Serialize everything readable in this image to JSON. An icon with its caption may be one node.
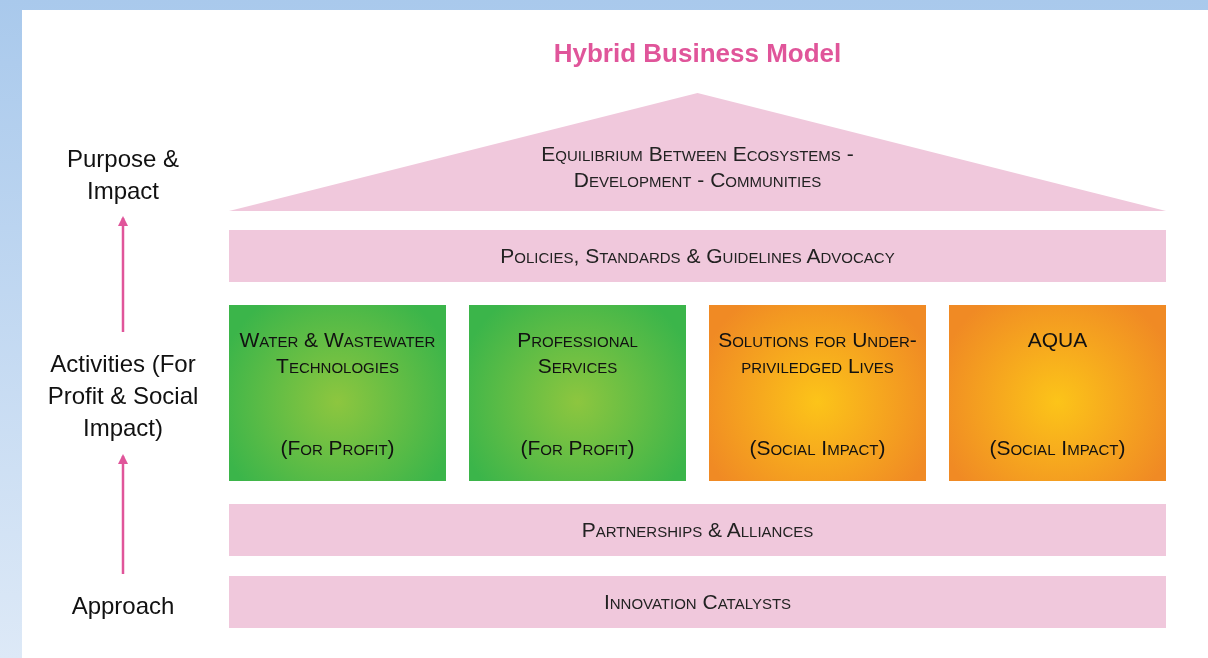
{
  "diagram": {
    "title": "Hybrid Business Model",
    "nodes": [
      {
        "text": [
          "Purpose & Impact"
        ]
      },
      {
        "text": [
          "Activities (For Profit & Social Impact)"
        ]
      },
      {
        "text": [
          "Approach"
        ]
      },
      {
        "text": [
          "Equilibrium Between Ecosystems - Development - Communities"
        ]
      },
      {
        "text": [
          "Policies, Standards & Guidelines Advocacy"
        ]
      },
      {
        "text": [
          "Water & Wastewater Technologies",
          "(For Profit)"
        ]
      },
      {
        "text": [
          "Professional Services",
          "(For Profit)"
        ]
      },
      {
        "text": [
          "Solutions for Under-priviledged Lives",
          "(Social Impact)"
        ]
      },
      {
        "text": [
          "AQUA",
          "(Social Impact)"
        ]
      },
      {
        "text": [
          "Partnerships & Alliances"
        ]
      },
      {
        "text": [
          "Innovation Catalysts"
        ]
      }
    ],
    "edges": [
      {
        "from": 2,
        "to": 1,
        "arrow": "to"
      },
      {
        "from": 1,
        "to": 0,
        "arrow": "to"
      }
    ]
  }
}
